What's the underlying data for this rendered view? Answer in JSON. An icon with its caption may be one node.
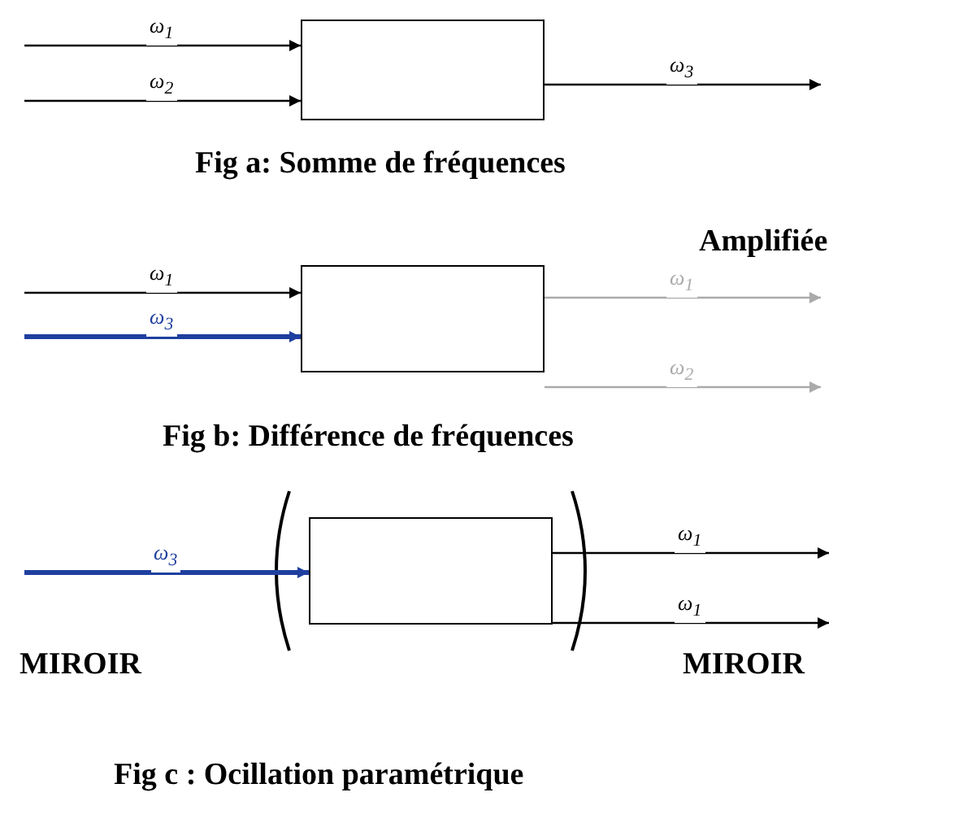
{
  "diagram": {
    "nodes": [
      {
        "text": [],
        "shape": "box"
      },
      {
        "text": [],
        "shape": "box"
      },
      {
        "text": [],
        "shape": "box"
      }
    ],
    "edges": [
      {
        "from": null,
        "to": 0,
        "arrow": "to",
        "label": "ω$_{1}$"
      },
      {
        "from": null,
        "to": 0,
        "arrow": "to",
        "label": "ω$_{2}$"
      },
      {
        "from": 0,
        "to": null,
        "arrow": "to",
        "label": "ω$_{3}$"
      },
      {
        "from": null,
        "to": 1,
        "arrow": "to",
        "label": "ω$_{1}$"
      },
      {
        "from": null,
        "to": 1,
        "arrow": "to",
        "label": "ω$_{3}$",
        "style": "thick",
        "color": "#1f3f9f"
      },
      {
        "from": 1,
        "to": null,
        "arrow": "to",
        "label": "ω$_{1}$",
        "color": "#aaaaaa"
      },
      {
        "from": 1,
        "to": null,
        "arrow": "to",
        "label": "ω$_{2}$",
        "color": "#aaaaaa"
      },
      {
        "from": null,
        "to": 2,
        "arrow": "to",
        "label": "ω$_{3}$",
        "style": "thick",
        "color": "#1f3f9f"
      },
      {
        "from": 2,
        "to": null,
        "arrow": "to",
        "label": "ω$_{1}$"
      },
      {
        "from": 2,
        "to": null,
        "arrow": "to",
        "label": "ω$_{1}$"
      }
    ],
    "labels": [
      "Fig a: Somme de fréquences",
      "Amplifiée",
      "Fig b: Différence de fréquences",
      "MIROIR",
      "MIROIR",
      "Fig c : Ocillation paramétrique"
    ]
  }
}
